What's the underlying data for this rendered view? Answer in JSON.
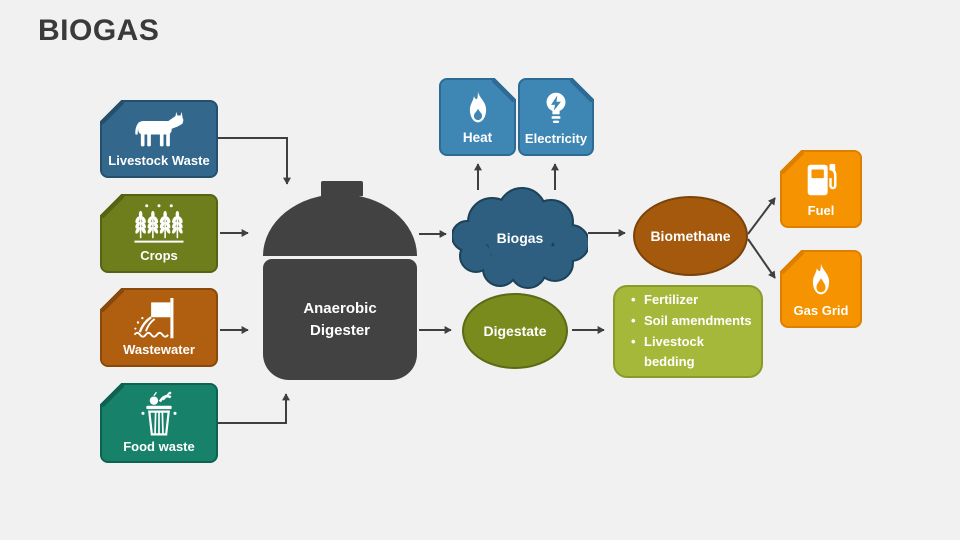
{
  "slide": {
    "title": "BIOGAS",
    "background_color": "#F1F1F1",
    "arrow_color": "#3F3F3F"
  },
  "inputs": [
    {
      "label": "Livestock Waste",
      "icon": "cow-icon",
      "color": "#33688C",
      "border": "#24506E"
    },
    {
      "label": "Crops",
      "icon": "wheat-icon",
      "color": "#6F7E1D",
      "border": "#566312"
    },
    {
      "label": "Wastewater",
      "icon": "wastewater-pipe-icon",
      "color": "#B05F10",
      "border": "#874A0C"
    },
    {
      "label": "Food waste",
      "icon": "trash-bin-icon",
      "color": "#17816A",
      "border": "#0E6252"
    }
  ],
  "digester": {
    "label": "Anaerobic Digester",
    "color": "#424242"
  },
  "products": {
    "biogas": {
      "label": "Biogas",
      "shape": "cloud",
      "color": "#2E5F80",
      "border": "#1C4258"
    },
    "digestate": {
      "label": "Digestate",
      "shape": "ellipse",
      "color": "#7A8B1E",
      "border": "#5C6A15"
    }
  },
  "energy_outputs": [
    {
      "label": "Heat",
      "icon": "flame-icon",
      "color": "#3E86B4",
      "border": "#2D6B94"
    },
    {
      "label": "Electricity",
      "icon": "bulb-icon",
      "color": "#3E86B4",
      "border": "#2D6B94"
    }
  ],
  "biomethane": {
    "label": "Biomethane",
    "shape": "ellipse",
    "color": "#A4590C",
    "border": "#7B430A"
  },
  "biomethane_uses": [
    {
      "label": "Fuel",
      "icon": "fuel-pump-icon",
      "color": "#F59300",
      "border": "#DE7F00"
    },
    {
      "label": "Gas Grid",
      "icon": "flame-icon",
      "color": "#F59300",
      "border": "#DE7F00"
    }
  ],
  "digestate_uses": {
    "color": "#A6B83A",
    "items": [
      "Fertilizer",
      "Soil amendments",
      "Livestock bedding"
    ]
  }
}
